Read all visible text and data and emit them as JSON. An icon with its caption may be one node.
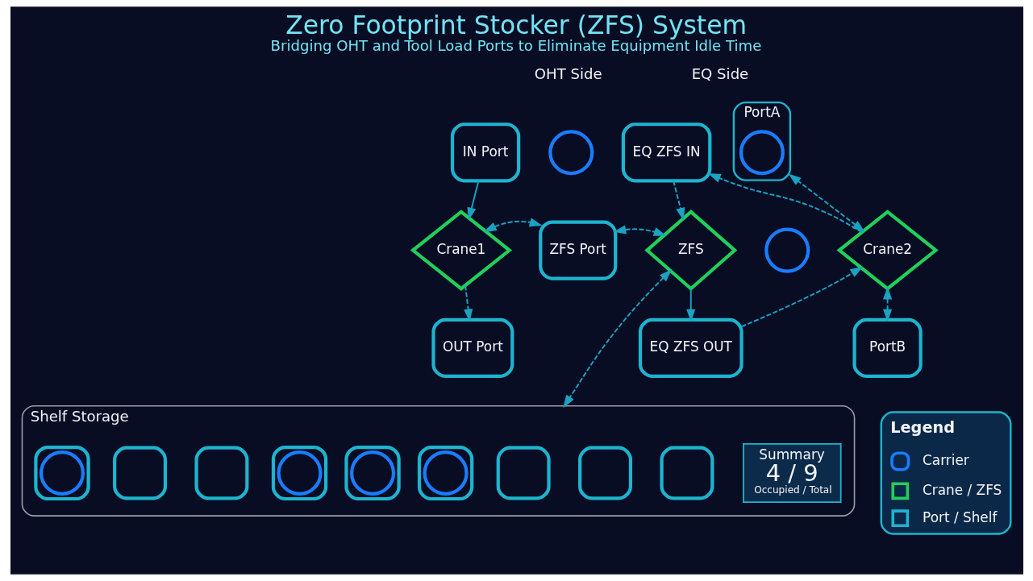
{
  "diagram": {
    "title": "Zero Footprint Stocker (ZFS) System",
    "caption": "Bridging OHT and Tool Load Ports to Eliminate Equipment Idle Time",
    "nodes": [
      {
        "text": [
          "IN Port"
        ]
      },
      {
        "text": [],
        "shape": "circle"
      },
      {
        "text": [
          "EQ ZFS IN"
        ]
      },
      {
        "text": [
          "PortA"
        ]
      },
      {
        "text": [],
        "shape": "circle",
        "in": 3
      },
      {
        "text": [
          "Crane1"
        ]
      },
      {
        "text": [
          "ZFS Port"
        ]
      },
      {
        "text": [
          "ZFS"
        ]
      },
      {
        "text": [],
        "shape": "circle"
      },
      {
        "text": [
          "Crane2"
        ]
      },
      {
        "text": [
          "OUT Port"
        ]
      },
      {
        "text": [
          "EQ ZFS OUT"
        ]
      },
      {
        "text": [
          "PortB"
        ]
      },
      {
        "text": [
          "Shelf Storage"
        ]
      },
      {
        "text": [],
        "shape": "box",
        "in": 13
      },
      {
        "text": [],
        "shape": "circle",
        "in": 14
      },
      {
        "text": [],
        "shape": "box",
        "in": 13
      },
      {
        "text": [],
        "shape": "box",
        "in": 13
      },
      {
        "text": [],
        "shape": "box",
        "in": 13
      },
      {
        "text": [],
        "shape": "circle",
        "in": 18
      },
      {
        "text": [],
        "shape": "box",
        "in": 13
      },
      {
        "text": [],
        "shape": "circle",
        "in": 20
      },
      {
        "text": [],
        "shape": "box",
        "in": 13
      },
      {
        "text": [],
        "shape": "circle",
        "in": 22
      },
      {
        "text": [],
        "shape": "box",
        "in": 13
      },
      {
        "text": [],
        "shape": "box",
        "in": 13
      },
      {
        "text": [],
        "shape": "box",
        "in": 13
      },
      {
        "text": [
          "Summary",
          "4 / 9",
          "Occupied / Total"
        ],
        "in": 13
      }
    ],
    "edges": [
      {
        "from": 0,
        "to": 5,
        "arrow": "to"
      },
      {
        "from": 5,
        "to": 6,
        "arrow": "both",
        "style": "dashed"
      },
      {
        "from": 6,
        "to": 7,
        "arrow": "both",
        "style": "dashed"
      },
      {
        "from": 5,
        "to": 10,
        "arrow": "to",
        "style": "dashed"
      },
      {
        "from": 2,
        "to": 7,
        "arrow": "to",
        "style": "dashed"
      },
      {
        "from": 7,
        "to": 11,
        "arrow": "to"
      },
      {
        "from": 11,
        "to": 9,
        "arrow": "to",
        "style": "dashed"
      },
      {
        "from": 9,
        "to": 2,
        "arrow": "to",
        "style": "dashed"
      },
      {
        "from": 9,
        "to": 3,
        "arrow": "both",
        "style": "dashed"
      },
      {
        "from": 9,
        "to": 12,
        "arrow": "both",
        "style": "dashed"
      },
      {
        "from": 7,
        "to": 13,
        "arrow": "both",
        "style": "dashed"
      }
    ],
    "labels": [
      "OHT Side",
      "EQ Side",
      "Legend"
    ],
    "legend": [
      {
        "text": "Carrier"
      },
      {
        "text": "Crane / ZFS"
      },
      {
        "text": "Port / Shelf"
      }
    ]
  }
}
